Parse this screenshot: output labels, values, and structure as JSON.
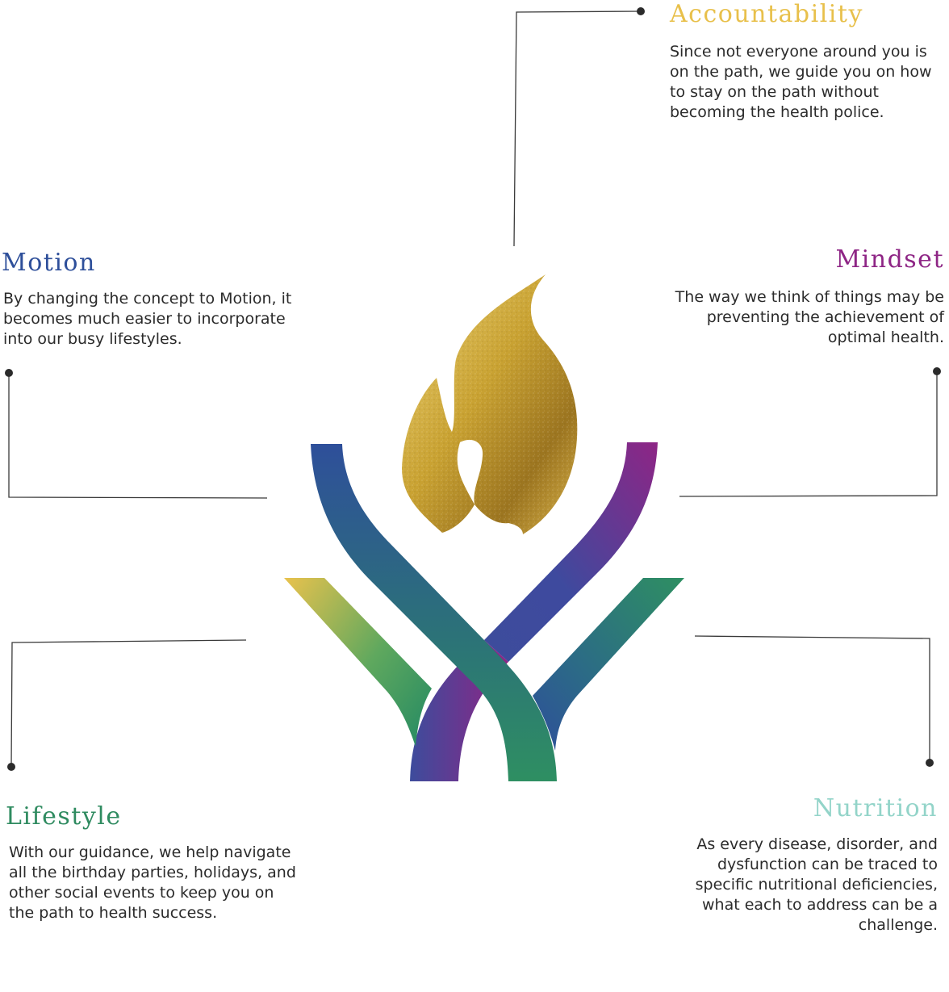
{
  "sections": {
    "accountability": {
      "title": "Accountability",
      "body": "Since not everyone around you is on the path, we guide you on how to stay on the path without becoming the health police.",
      "color": "#E8C04B"
    },
    "motion": {
      "title": "Motion",
      "body": "By changing the concept to Motion, it becomes much easier to incorporate into our busy lifestyles.",
      "color": "#2E4F9A"
    },
    "mindset": {
      "title": "Mindset",
      "body": "The way we think of things may be preventing the achievement of optimal health.",
      "color": "#8E2585"
    },
    "lifestyle": {
      "title": "Lifestyle",
      "body": "With our guidance, we help navigate all the birthday parties, holidays, and other social events to keep you on the path to health success.",
      "color": "#2F8B60"
    },
    "nutrition": {
      "title": "Nutrition",
      "body": "As every disease, disorder, and dysfunction can be traced to specific nutritional deficiencies, what each to address can be a challenge.",
      "color": "#93D4C9"
    }
  },
  "colors": {
    "connector": "#3a3a3a",
    "flame_light": "#E9CE6A",
    "flame_mid": "#C7A030",
    "flame_dark": "#8E6A1C",
    "logo_blue": "#2E4F9A",
    "logo_purple": "#8E2585",
    "logo_teal": "#2C7F7C",
    "logo_green": "#2E8F62",
    "logo_yellow": "#E9C24D"
  },
  "logo": {
    "icons": [
      "flame-icon",
      "cupped-hands-emblem"
    ]
  }
}
